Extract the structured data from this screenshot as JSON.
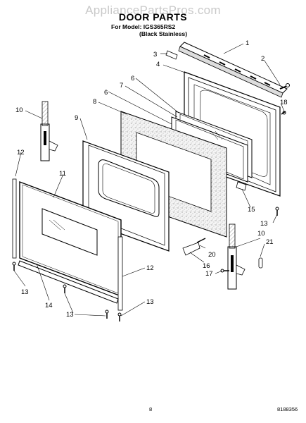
{
  "watermark": "AppliancePartsPros.com",
  "title": "DOOR PARTS",
  "model_line": "For Model: IGS365RS2",
  "finish_line": "(Black Stainless)",
  "footer": {
    "page_number": "8",
    "doc_number": "8188356"
  },
  "callouts": [
    "1",
    "2",
    "3",
    "4",
    "6",
    "6",
    "7",
    "8",
    "9",
    "10",
    "10",
    "11",
    "12",
    "12",
    "13",
    "13",
    "13",
    "13",
    "14",
    "15",
    "16",
    "17",
    "18",
    "20",
    "21"
  ]
}
